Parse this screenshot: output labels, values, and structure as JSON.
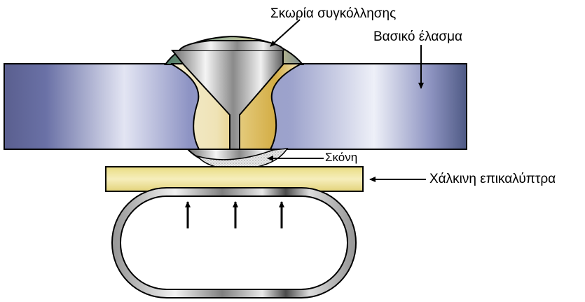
{
  "labels": {
    "slag": "Σκωρία συγκόλλησης",
    "base_plate": "Βασικό έλασμα",
    "flux": "Σκόνη",
    "copper_backing": "Χάλκινη επικαλύπτρα"
  },
  "colors": {
    "plate_dark": "#5a5f8f",
    "plate_light": "#e6e8f4",
    "copper": "#efe49a",
    "weld_gold": "#d9b656",
    "slag_green": "#6f8f5f",
    "flux_grey": "#cfcfcf",
    "outline": "#000000"
  }
}
